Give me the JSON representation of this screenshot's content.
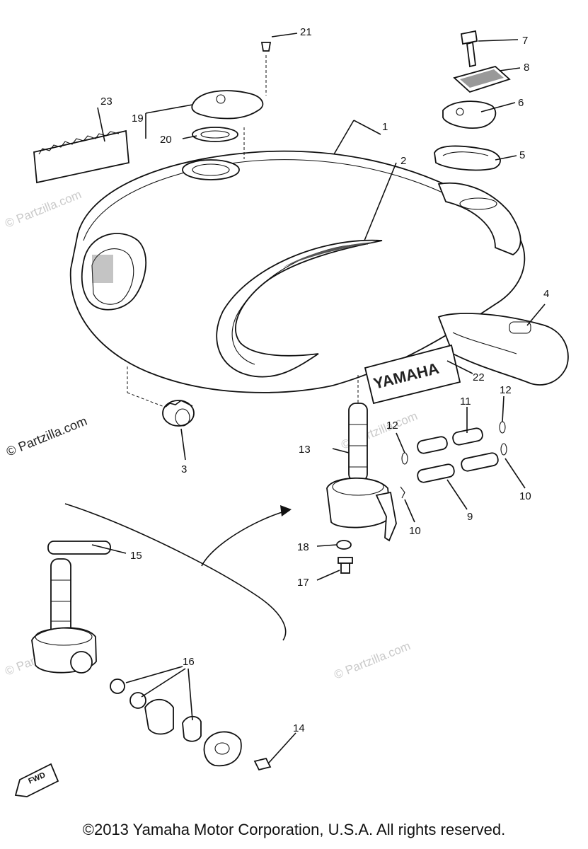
{
  "footer": {
    "copyright": "©2013  Yamaha Motor Corporation, U.S.A. All rights reserved."
  },
  "watermark": {
    "text": "© Partzilla.com"
  },
  "fwd_marker": "FWD",
  "tank_emblem_text": "YAMAHA",
  "callouts": {
    "c1": "1",
    "c2": "2",
    "c3": "3",
    "c4": "4",
    "c5": "5",
    "c6": "6",
    "c7": "7",
    "c8": "8",
    "c9": "9",
    "c10a": "10",
    "c10b": "10",
    "c11": "11",
    "c12a": "12",
    "c12b": "12",
    "c13": "13",
    "c14": "14",
    "c15": "15",
    "c16": "16",
    "c17": "17",
    "c18": "18",
    "c19": "19",
    "c20": "20",
    "c21": "21",
    "c22": "22",
    "c23": "23"
  }
}
